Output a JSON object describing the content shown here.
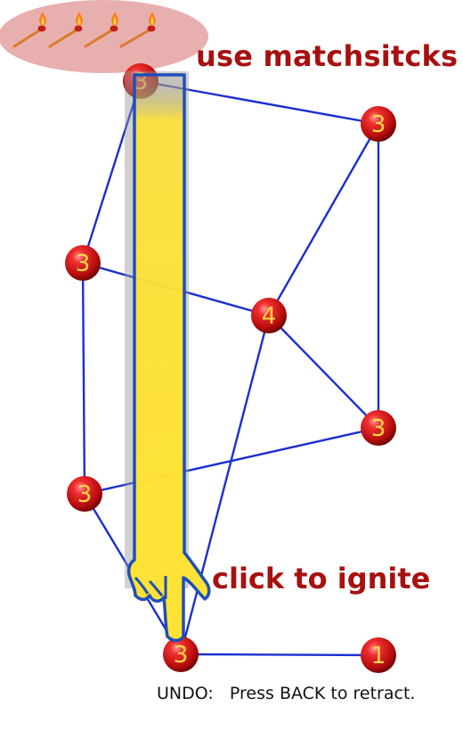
{
  "hints": {
    "top": "use matchsitcks",
    "bottom": "click to ignite"
  },
  "undo": {
    "label": "UNDO:",
    "text": "Press BACK to retract."
  },
  "matches": {
    "icon": "matchstick-icon"
  },
  "pointer": {
    "icon": "pointing-hand-icon"
  },
  "colors": {
    "edge": "#1a2fd0",
    "node": "#c41414",
    "node_label": "#ffd84a",
    "hint_text": "#a81010",
    "tray": "#d66e6e",
    "hand": "#ffe233",
    "hand_outline": "#1f4fb8"
  },
  "nodes": [
    {
      "id": "n1",
      "label": "3"
    },
    {
      "id": "n2",
      "label": "3"
    },
    {
      "id": "n3",
      "label": "3"
    },
    {
      "id": "n4",
      "label": "4"
    },
    {
      "id": "n5",
      "label": "3"
    },
    {
      "id": "n6",
      "label": "3"
    },
    {
      "id": "n7",
      "label": "3"
    },
    {
      "id": "n8",
      "label": "1"
    }
  ]
}
